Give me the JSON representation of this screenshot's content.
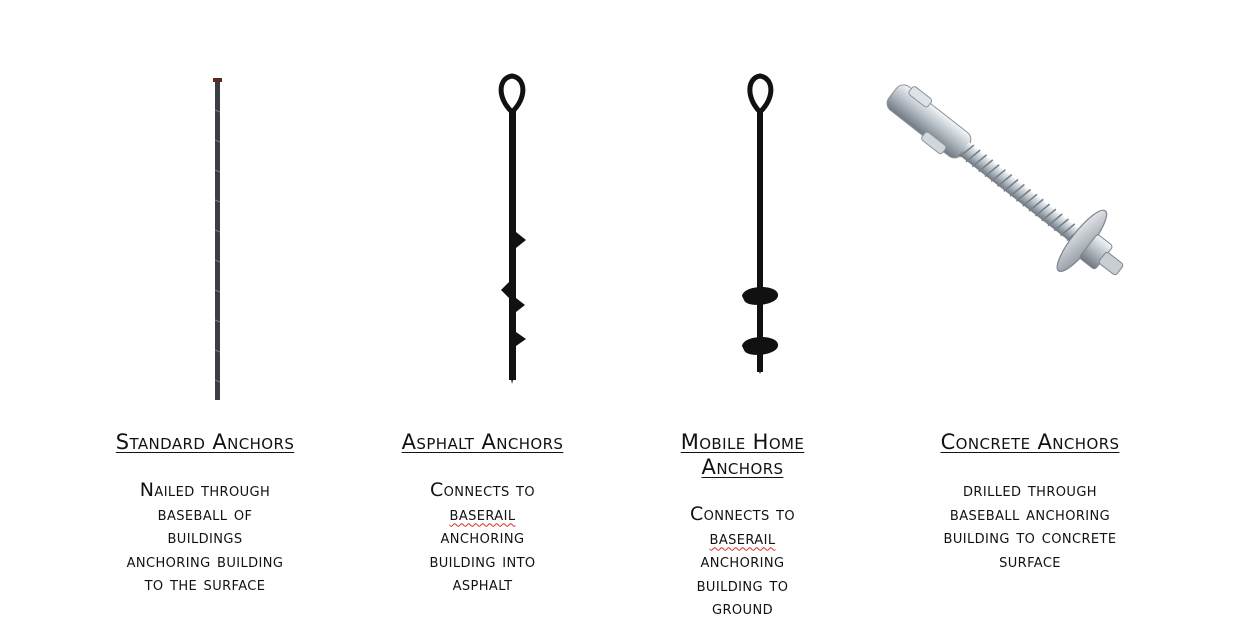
{
  "anchors": [
    {
      "title": "Standard Anchors",
      "desc_lines": [
        "Nailed through",
        "baseball of",
        "buildings",
        "anchoring building",
        "to the surface"
      ]
    },
    {
      "title": "Asphalt Anchors",
      "desc_lines": [
        "Connects to",
        "baserail",
        "anchoring",
        "building into",
        "asphalt"
      ]
    },
    {
      "title_lines": [
        "Mobile Home",
        "Anchors"
      ],
      "desc_lines": [
        "Connects to",
        "baserail",
        "anchoring",
        "building to",
        "ground"
      ]
    },
    {
      "title": "Concrete Anchors",
      "desc_lines": [
        "drilled through",
        "baseball anchoring",
        "building to concrete",
        "surface"
      ]
    }
  ],
  "icons": [
    "standard-anchor-icon",
    "asphalt-anchor-icon",
    "auger-anchor-icon",
    "concrete-anchor-icon"
  ]
}
